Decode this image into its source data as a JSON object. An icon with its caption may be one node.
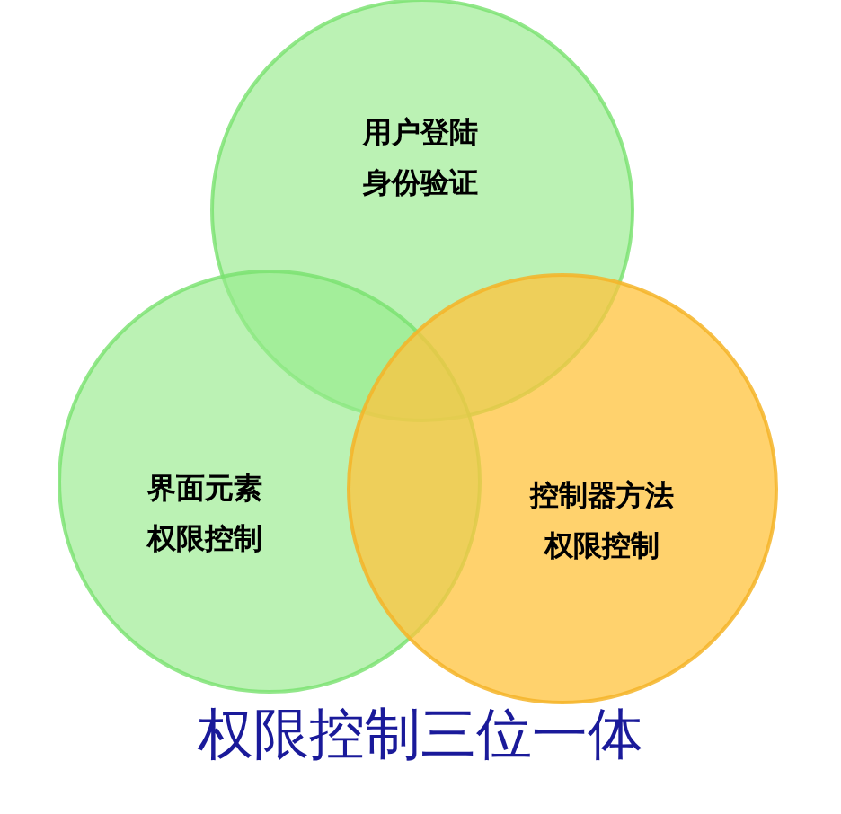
{
  "diagram": {
    "caption": "权限控制三位一体",
    "nodes": [
      {
        "text": [
          "用户登陆身份验证"
        ]
      },
      {
        "text": [
          "界面元素权限控制"
        ]
      },
      {
        "text": [
          "控制器方法权限控制"
        ]
      }
    ]
  }
}
